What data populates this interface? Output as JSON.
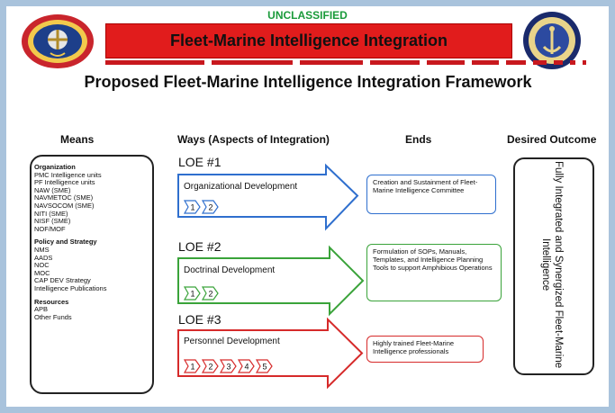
{
  "header": {
    "classification": "UNCLASSIFIED",
    "banner_title": "Fleet-Marine Intelligence Integration",
    "left_seal": {
      "icon": "philippine-marine-corps-seal-icon"
    },
    "right_seal": {
      "icon": "naval-intelligence-seal-icon"
    }
  },
  "slide_title": "Proposed Fleet-Marine Intelligence Integration Framework",
  "columns": {
    "means": "Means",
    "ways": "Ways (Aspects of Integration)",
    "ends": "Ends",
    "outcome": "Desired Outcome"
  },
  "means": {
    "organization": {
      "heading": "Organization",
      "items": [
        "PMC Intelligence units",
        "PF Intelligence units",
        "NAW (SME)",
        "NAVMETOC (SME)",
        "NAVSOCOM (SME)",
        "NITI (SME)",
        "NISF (SME)",
        "NOF/MOF"
      ]
    },
    "policy": {
      "heading": "Policy and Strategy",
      "items": [
        "NMS",
        "AADS",
        "NOC",
        "MOC",
        "CAP DEV Strategy",
        "Intelligence Publications"
      ]
    },
    "resources": {
      "heading": "Resources",
      "items": [
        "APB",
        "Other Funds"
      ]
    }
  },
  "loes": [
    {
      "name": "LOE #1",
      "label": "Organizational Development",
      "color": "#2f6fce",
      "steps": [
        "1",
        "2"
      ],
      "end": "Creation and Sustainment of Fleet-Marine Intelligence Committee"
    },
    {
      "name": "LOE #2",
      "label": "Doctrinal Development",
      "color": "#3aa33a",
      "steps": [
        "1",
        "2"
      ],
      "end": "Formulation of SOPs, Manuals, Templates, and Intelligence Planning Tools to support Amphibious Operations"
    },
    {
      "name": "LOE #3",
      "label": "Personnel Development",
      "color": "#d62a2a",
      "steps": [
        "1",
        "2",
        "3",
        "4",
        "5"
      ],
      "end": "Highly trained Fleet-Marine Intelligence professionals"
    }
  ],
  "outcome": "Fully Integrated and Synergized Fleet-Marine Intelligence",
  "colors": {
    "banner": "#e11c1c",
    "classification": "#1a9a3a",
    "frame": "#a9c3dc"
  }
}
